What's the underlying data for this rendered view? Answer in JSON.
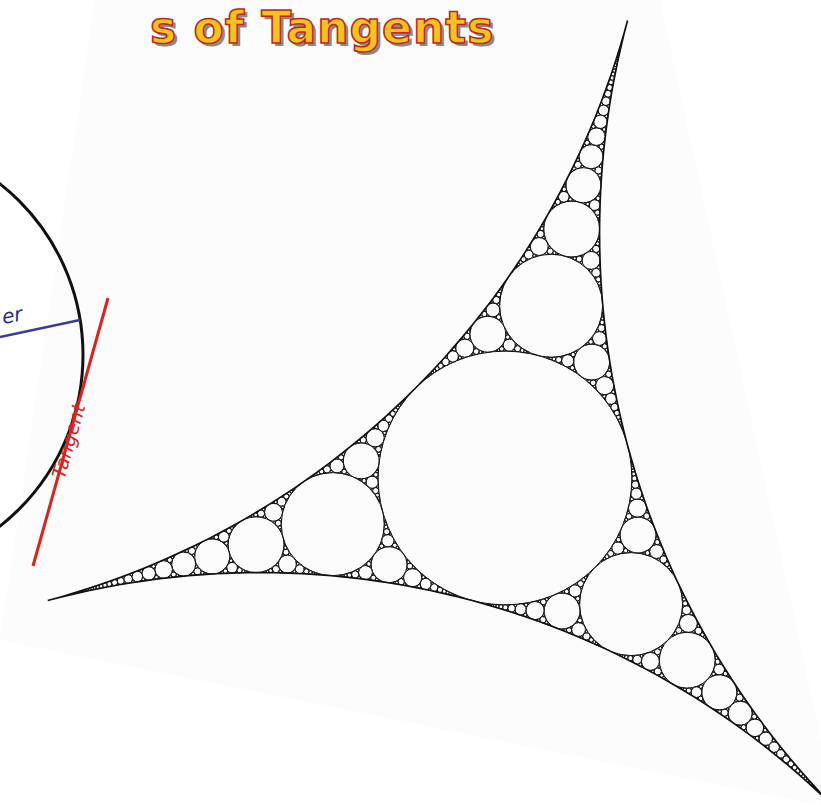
{
  "diagram": {
    "title": "s of Tangents",
    "labels": [
      "er",
      "Tangent"
    ]
  }
}
